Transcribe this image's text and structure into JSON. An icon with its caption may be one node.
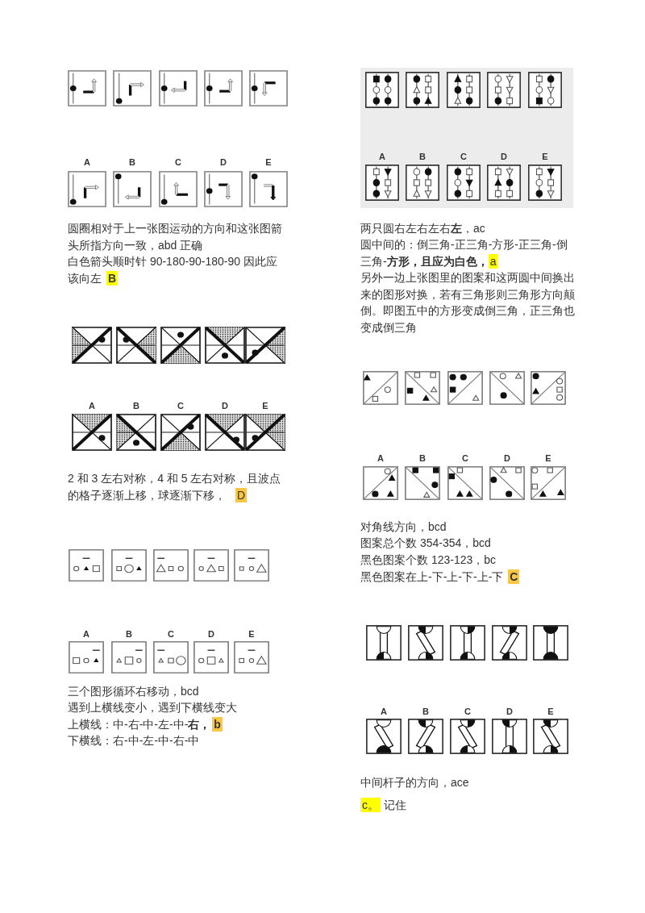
{
  "diagram": {
    "labels": [
      "A",
      "B",
      "C",
      "D",
      "E",
      "圆圈相对于上一张图运动的方向和这张图箭头所指方向一致，abd 正确",
      "白色箭头顺时针 90-180-90-180-90 因此应该向左",
      "B",
      "A",
      "B",
      "C",
      "D",
      "E",
      "2 和 3 左右对称，4 和 5 左右对称，且波点的格子逐渐上移，球逐渐下移，",
      "D",
      "A",
      "B",
      "C",
      "D",
      "E",
      "三个图形循环右移动，bcd",
      "遇到上横线变小，遇到下横线变大",
      "上横线：中-右-中-左-中-**右，**",
      "b",
      "下横线：右-中-左-中-右-中",
      "A",
      "B",
      "C",
      "D",
      "E",
      "两只圆右左右左右**左**，ac",
      "圆中间的：倒三角-正三角-方形-正三角-倒三角-**方形，且应为白色，**",
      "a",
      "另外一边上张图里的图案和这两圆中间换出来的图形对换，若有三角形则三角形方向颠倒。即图五中的方形变成倒三角，正三角也变成倒三角",
      "A",
      "B",
      "C",
      "D",
      "E",
      "对角线方向，bcd",
      "图案总个数 354-354，bcd",
      "黑色图案个数 123-123，bc",
      "黑色图案在上-下-上-下-上-下",
      "C",
      "A",
      "B",
      "C",
      "D",
      "E",
      "中间杆子的方向，ace",
      "c。",
      "记住"
    ]
  }
}
